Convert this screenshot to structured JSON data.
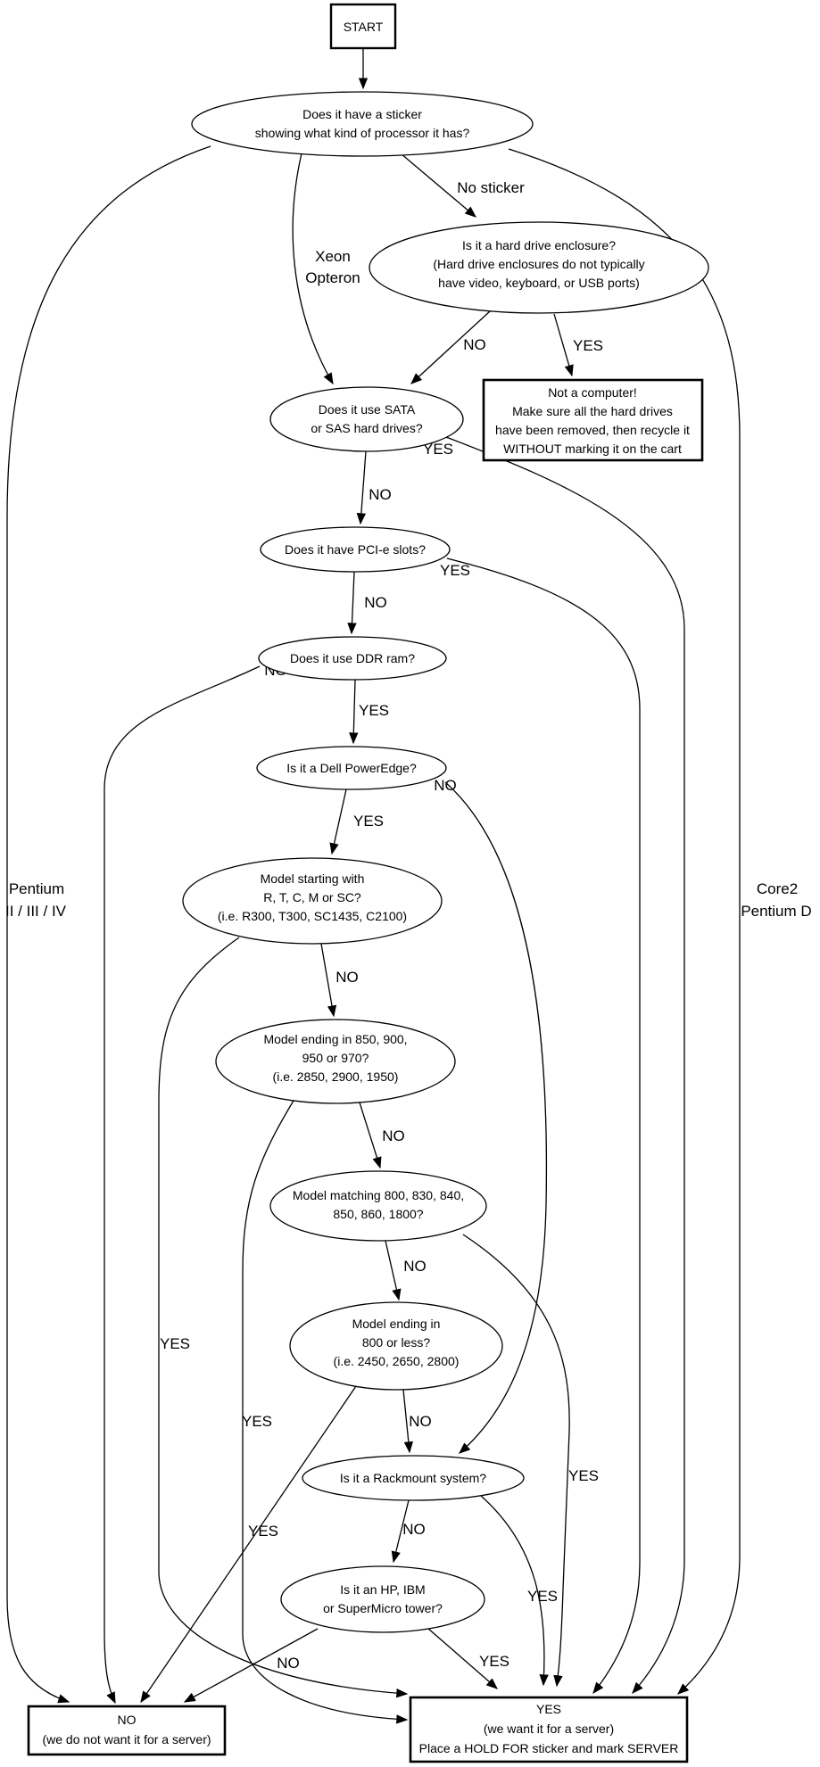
{
  "nodes": {
    "start": {
      "label": "START"
    },
    "sticker": {
      "lines": [
        "Does it have a sticker",
        "showing what kind of processor it has?"
      ]
    },
    "enclosure": {
      "lines": [
        "Is it a hard drive enclosure?",
        "(Hard drive enclosures do not typically",
        "have video, keyboard, or USB ports)"
      ]
    },
    "not_computer": {
      "lines": [
        "Not a computer!",
        "Make sure all the hard drives",
        "have been removed, then recycle it",
        "WITHOUT marking it on the cart"
      ]
    },
    "sata": {
      "lines": [
        "Does it use SATA",
        "or SAS hard drives?"
      ]
    },
    "pcie": {
      "lines": [
        "Does it have PCI-e slots?"
      ]
    },
    "ddr": {
      "lines": [
        "Does it use DDR ram?"
      ]
    },
    "poweredge": {
      "lines": [
        "Is it a Dell PowerEdge?"
      ]
    },
    "model_start": {
      "lines": [
        "Model starting with",
        "R, T, C, M or SC?",
        "(i.e. R300, T300, SC1435, C2100)"
      ]
    },
    "model_850": {
      "lines": [
        "Model ending in 850, 900,",
        "950 or 970?",
        "(i.e. 2850, 2900, 1950)"
      ]
    },
    "model_match": {
      "lines": [
        "Model matching 800, 830, 840,",
        "850, 860, 1800?"
      ]
    },
    "model_800": {
      "lines": [
        "Model ending in",
        "800 or less?",
        "(i.e. 2450, 2650, 2800)"
      ]
    },
    "rackmount": {
      "lines": [
        "Is it a Rackmount system?"
      ]
    },
    "tower": {
      "lines": [
        "Is it an HP, IBM",
        "or SuperMicro tower?"
      ]
    },
    "no_box": {
      "lines": [
        "NO",
        "(we do not want it for a server)"
      ]
    },
    "yes_box": {
      "lines": [
        "YES",
        "(we want it for a server)",
        "Place a HOLD FOR sticker and mark SERVER"
      ]
    }
  },
  "edge_labels": {
    "no_sticker": "No sticker",
    "xeon": "Xeon",
    "opteron": "Opteron",
    "pentium": "Pentium",
    "pentium2": "II / III / IV",
    "core2": "Core2",
    "core2b": "Pentium D",
    "encl_no": "NO",
    "encl_yes": "YES",
    "sata_yes": "YES",
    "sata_no": "NO",
    "pcie_yes": "YES",
    "pcie_no": "NO",
    "ddr_no": "NO",
    "ddr_yes": "YES",
    "pe_yes": "YES",
    "pe_no": "NO",
    "ms_no": "NO",
    "ms_yes": "YES",
    "m850_no": "NO",
    "m850_yes": "YES",
    "mm_no": "NO",
    "mm_yes": "YES",
    "m800_no": "NO",
    "m800_yes": "YES",
    "rack_no": "NO",
    "rack_yes": "YES",
    "tower_yes": "YES",
    "tower_no": "NO"
  },
  "colors": {
    "stroke": "#000000",
    "background": "#ffffff"
  }
}
